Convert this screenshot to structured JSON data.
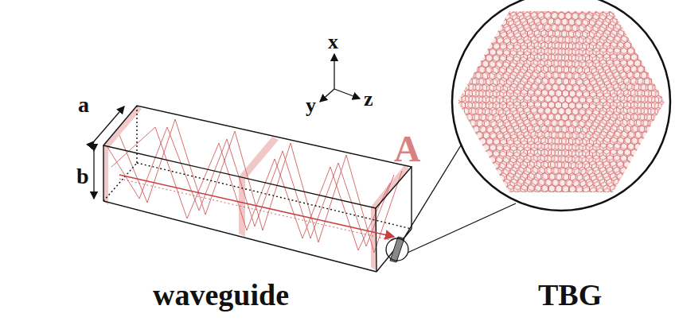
{
  "diagram": {
    "labels": [
      "a",
      "x",
      "y",
      "z",
      "A",
      "b",
      "waveguide",
      "TBG"
    ]
  }
}
